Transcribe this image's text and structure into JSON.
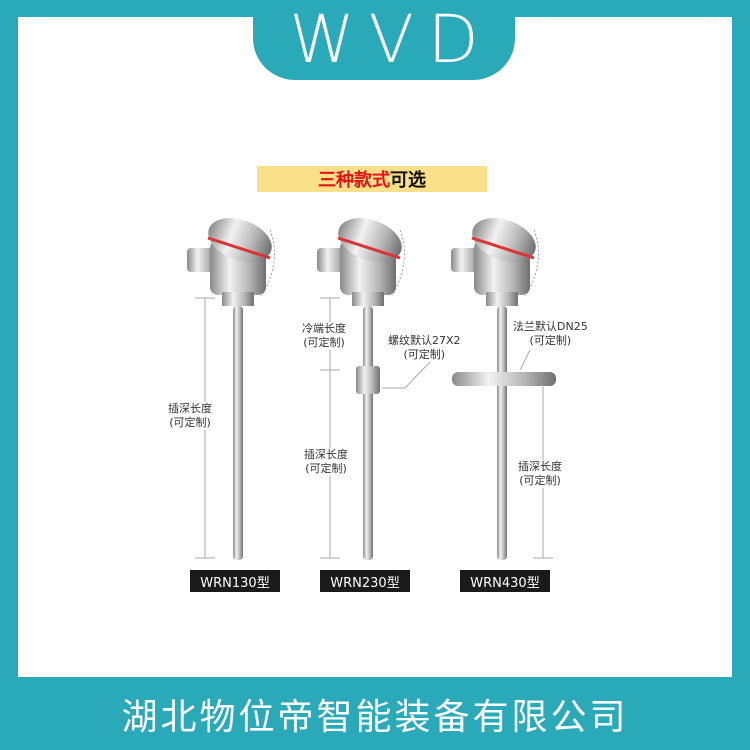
{
  "brand": {
    "logo_text": "WVD",
    "color": "#2aaab8"
  },
  "headline": {
    "highlight": "三种款式",
    "rest": "可选",
    "highlight_color": "#e2131a",
    "bg_color": "#fbe08a"
  },
  "products": [
    {
      "model": "WRN130型",
      "labels": {
        "insert_length": "插深长度",
        "insert_custom": "(可定制)"
      }
    },
    {
      "model": "WRN230型",
      "labels": {
        "cold_end": "冷端长度",
        "cold_custom": "(可定制)",
        "thread": "螺纹默认27X2",
        "thread_custom": "(可定制)",
        "insert_length": "插深长度",
        "insert_custom": "(可定制)"
      }
    },
    {
      "model": "WRN430型",
      "labels": {
        "flange": "法兰默认DN25",
        "flange_custom": "(可定制)",
        "insert_length": "插深长度",
        "insert_custom": "(可定制)"
      }
    }
  ],
  "footer": {
    "company": "湖北物位帝智能装备有限公司"
  }
}
